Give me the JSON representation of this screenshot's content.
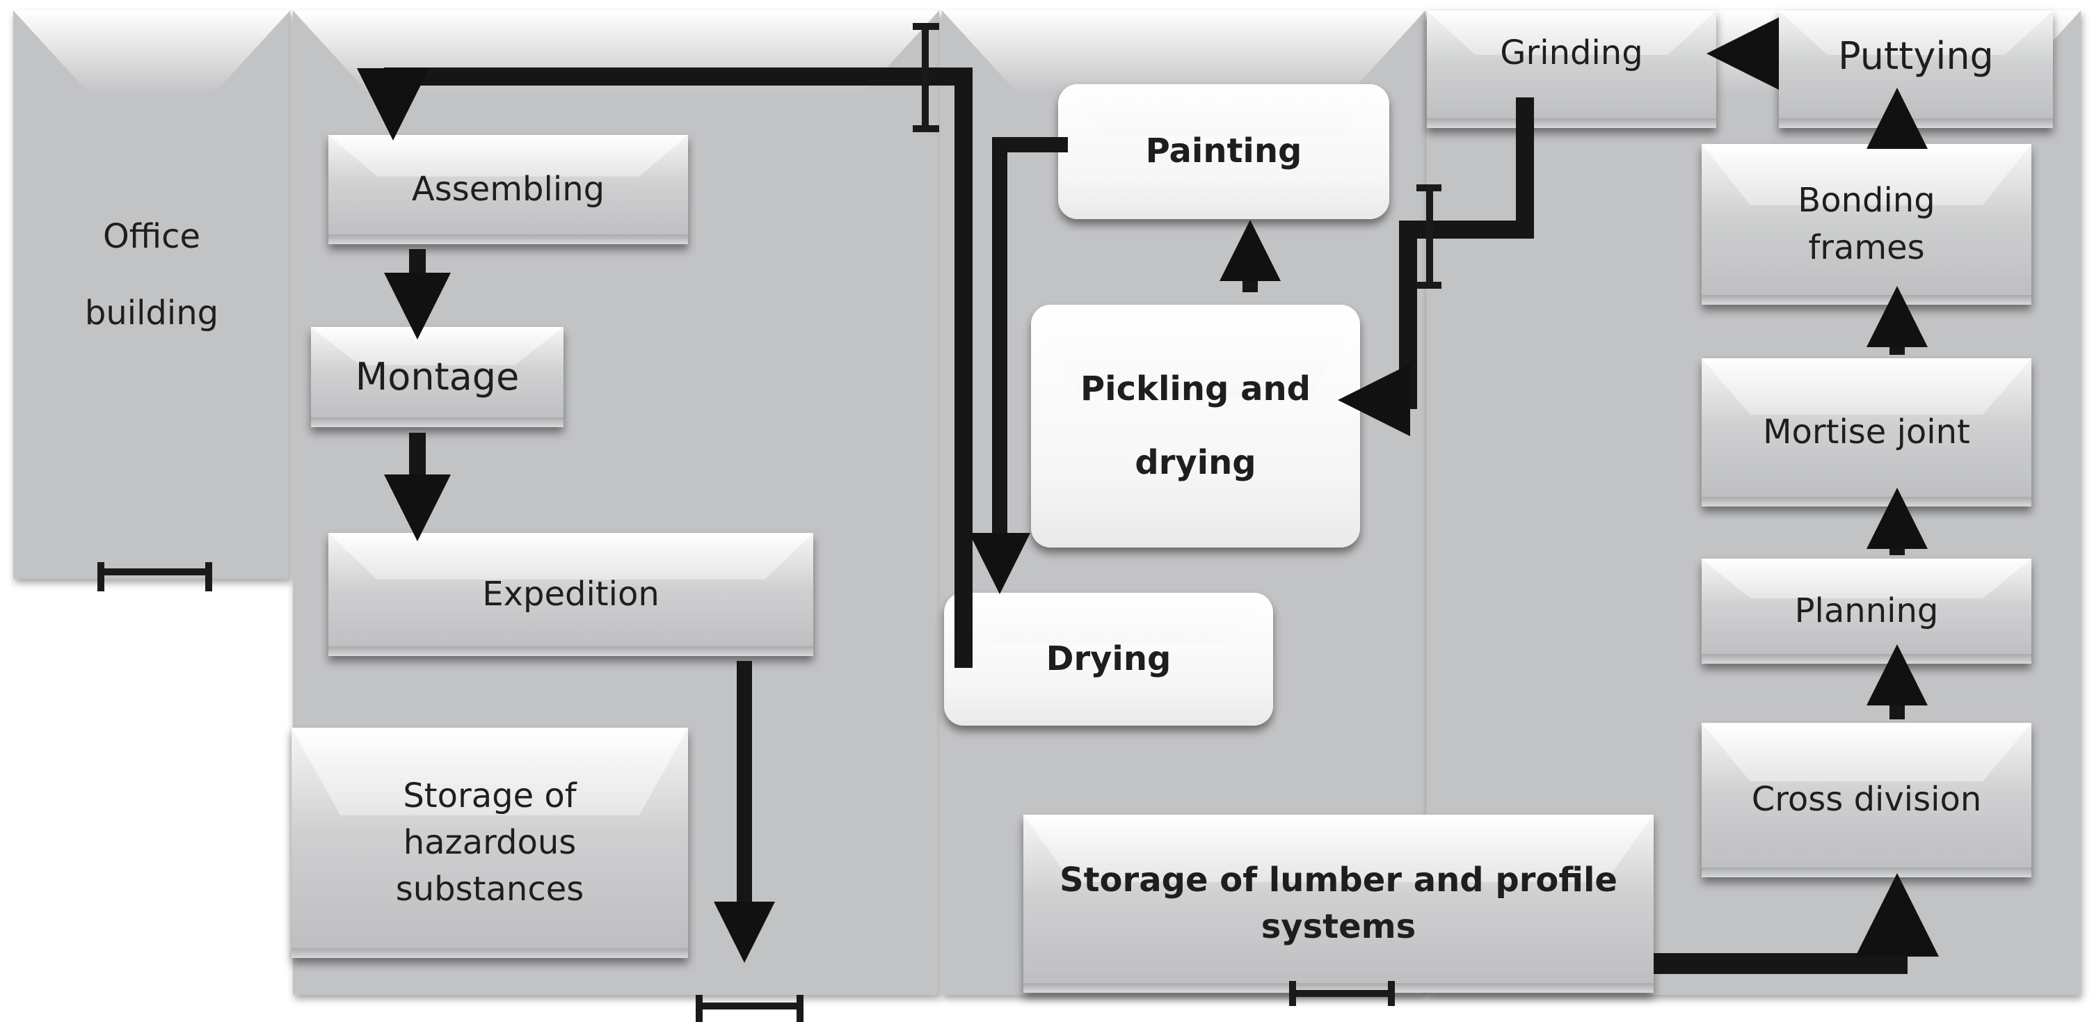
{
  "diagram": {
    "buildings": [
      {
        "id": "office",
        "label": "Office\nbuilding"
      },
      {
        "id": "hall-left",
        "label": ""
      },
      {
        "id": "hall-middle",
        "label": ""
      },
      {
        "id": "hall-right",
        "label": ""
      }
    ],
    "stations": {
      "assembling": "Assembling",
      "montage": "Montage",
      "expedition": "Expedition",
      "storage_hazardous": "Storage of\nhazardous\nsubstances",
      "painting": "Painting",
      "pickling": "Pickling and\ndrying",
      "drying": "Drying",
      "grinding": "Grinding",
      "puttying": "Puttying",
      "bonding": "Bonding\nframes",
      "mortise": "Mortise joint",
      "planning": "Planning",
      "cross_division": "Cross division",
      "storage_lumber": "Storage of lumber and profile\nsystems"
    },
    "flow_sequence": [
      "Storage of lumber and profile systems",
      "Cross division",
      "Planning",
      "Mortise joint",
      "Bonding frames",
      "Puttying",
      "Grinding",
      "Pickling and drying",
      "Painting",
      "Drying",
      "Assembling",
      "Montage",
      "Expedition"
    ],
    "colors": {
      "hall": "#c2c3c5",
      "arrow": "#111111",
      "text": "#1e1e1e"
    }
  }
}
